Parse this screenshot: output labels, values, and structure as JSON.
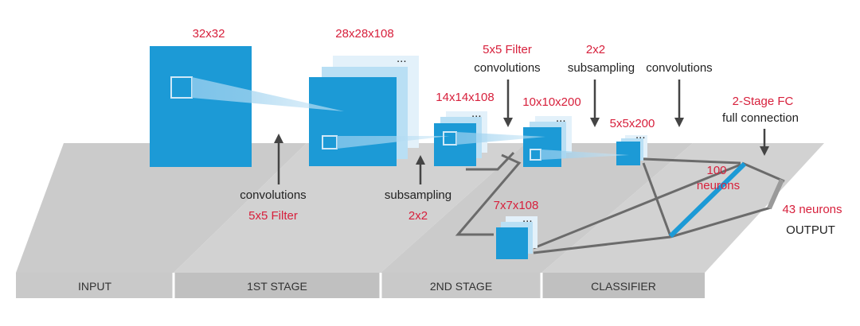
{
  "stages": [
    "INPUT",
    "1ST STAGE",
    "2ND STAGE",
    "CLASSIFIER"
  ],
  "dimensions": {
    "input": "32x32",
    "stage1": "28x28x108",
    "pool1": "14x14x108",
    "conv2": "10x10x200",
    "pool2": "5x5x200",
    "branch": "7x7x108"
  },
  "annotations": {
    "conv1_top": "convolutions",
    "conv1_bottom": "5x5 Filter",
    "sub1_top": "subsampling",
    "sub1_bottom": "2x2",
    "conv2_top": "5x5 Filter",
    "conv2_bottom": "convolutions",
    "sub2_top": "2x2",
    "sub2_bottom": "subsampling",
    "conv3": "convolutions",
    "fc_top": "2-Stage FC",
    "fc_bottom": "full connection",
    "hidden_a": "100",
    "hidden_b": "neurons",
    "output_neurons": "43 neurons",
    "output": "OUTPUT"
  },
  "ellipsis": "...",
  "colors": {
    "block": "#1c9ad6",
    "block_back": "#e3f1fa",
    "dimension_text": "#d7203c",
    "platform": "#c8c8c8",
    "platform_top": "#dcdcdc",
    "stage_bar": "#c9c9c9",
    "connector": "#6b6b6b"
  }
}
